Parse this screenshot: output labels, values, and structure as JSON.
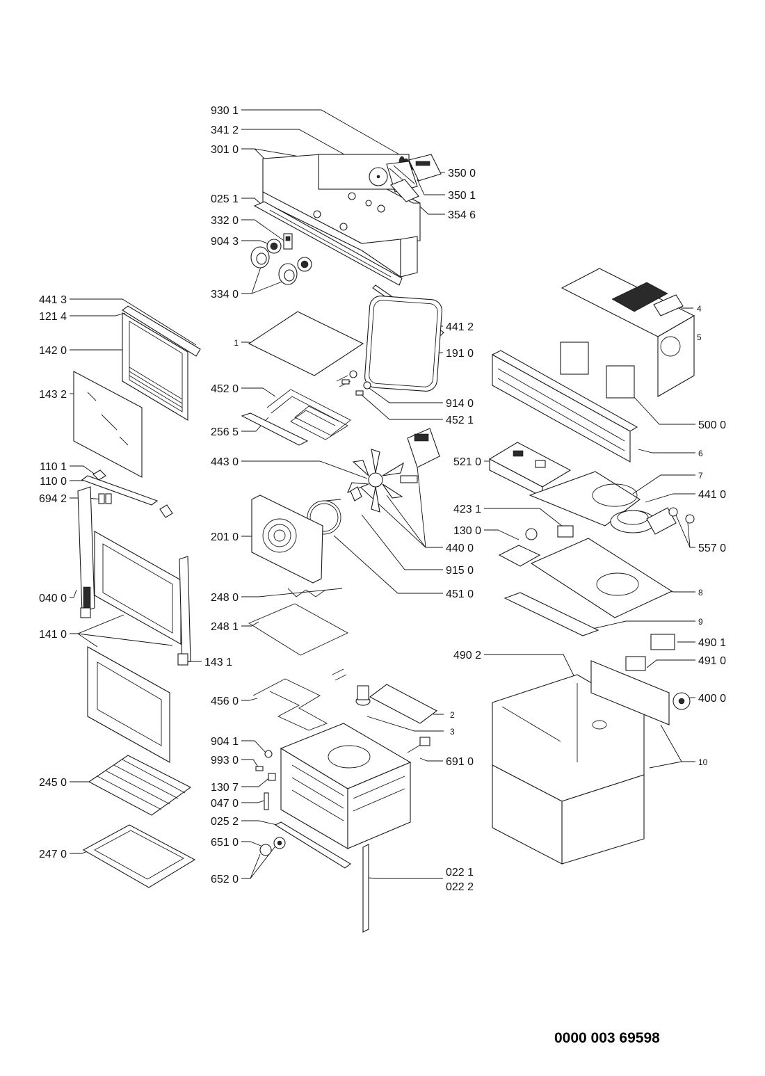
{
  "document_number": "0000 003 69598",
  "labels": {
    "930_1": "930 1",
    "341_2": "341 2",
    "301_0": "301 0",
    "025_1": "025 1",
    "332_0": "332 0",
    "904_3": "904 3",
    "334_0": "334 0",
    "350_0": "350 0",
    "350_1": "350 1",
    "354_6": "354 6",
    "441_3": "441 3",
    "121_4": "121 4",
    "142_0": "142 0",
    "143_2": "143 2",
    "110_1": "110 1",
    "110_0": "110 0",
    "694_2": "694 2",
    "040_0": "040 0",
    "141_0": "141 0",
    "143_1": "143 1",
    "245_0": "245 0",
    "247_0": "247 0",
    "1": "1",
    "441_2": "441 2",
    "191_0": "191 0",
    "452_0": "452 0",
    "914_0": "914 0",
    "452_1": "452 1",
    "256_5": "256 5",
    "443_0": "443 0",
    "440_0": "440 0",
    "915_0": "915 0",
    "451_0": "451 0",
    "201_0": "201 0",
    "248_0": "248 0",
    "248_1": "248 1",
    "456_0": "456 0",
    "2": "2",
    "3": "3",
    "904_1": "904 1",
    "993_0": "993 0",
    "130_7": "130 7",
    "047_0": "047 0",
    "025_2": "025 2",
    "651_0": "651 0",
    "652_0": "652 0",
    "691_0": "691 0",
    "022_1": "022 1",
    "022_2": "022 2",
    "4": "4",
    "5": "5",
    "500_0": "500 0",
    "521_0": "521 0",
    "6": "6",
    "7": "7",
    "441_0": "441 0",
    "423_1": "423 1",
    "130_0": "130 0",
    "557_0": "557 0",
    "8": "8",
    "9": "9",
    "490_1": "490 1",
    "490_2": "490 2",
    "491_0": "491 0",
    "400_0": "400 0",
    "10": "10"
  }
}
